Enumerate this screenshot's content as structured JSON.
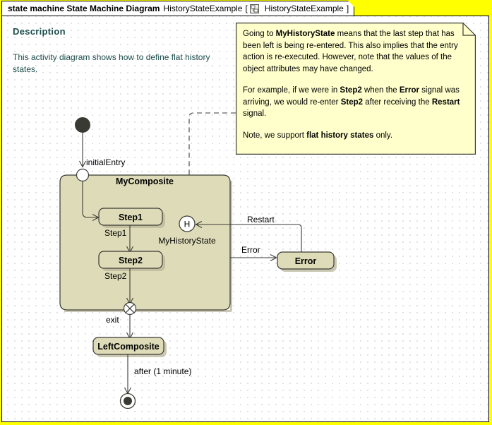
{
  "frame": {
    "keyword": "state machine State Machine Diagram",
    "name": "HistoryStateExample",
    "bracket_open": "[",
    "bracket_close": "]",
    "tag_name": "HistoryStateExample",
    "icon": "state-machine-diagram-icon"
  },
  "description": {
    "title": "Description",
    "body": "This activity diagram shows how to define flat history states."
  },
  "note": {
    "paragraph1_pre": "Going to ",
    "paragraph1_b1": "MyHistoryState",
    "paragraph1_post": " means that the last step that has been left is being re-entered. This also implies that the entry action is re-executed. However, note that the values of the object attributes may have changed.",
    "paragraph2_pre": "For example, if we were in ",
    "paragraph2_b1": "Step2",
    "paragraph2_mid1": " when the ",
    "paragraph2_b2": "Error",
    "paragraph2_mid2": " signal was arriving, we would re-enter ",
    "paragraph2_b3": "Step2",
    "paragraph2_mid3": " after receiving the ",
    "paragraph2_b4": "Restart",
    "paragraph2_post": " signal.",
    "paragraph3_pre": "Note, we support ",
    "paragraph3_b1": "flat history states",
    "paragraph3_post": " only."
  },
  "nodes": {
    "initial": "initial-node",
    "entry_point": "initialEntry",
    "composite": "MyComposite",
    "step1": "Step1",
    "step2": "Step2",
    "history": "H",
    "history_label": "MyHistoryState",
    "error": "Error",
    "left_composite": "LeftComposite",
    "exit_point": "exit",
    "final": "final-node"
  },
  "transitions": {
    "step1_to_step2": "Step1",
    "step2_to_exit": "Step2",
    "restart": "Restart",
    "error": "Error",
    "exit": "exit",
    "after": "after (1 minute)"
  },
  "colors": {
    "frame_border": "#ffff00",
    "state_fill": "#dedcb8",
    "state_stroke": "#3a3a35",
    "note_fill": "#ffffcc",
    "note_stroke": "#3a3a35",
    "description_text": "#1b4d4a",
    "grid_dot": "#8a8a99"
  }
}
